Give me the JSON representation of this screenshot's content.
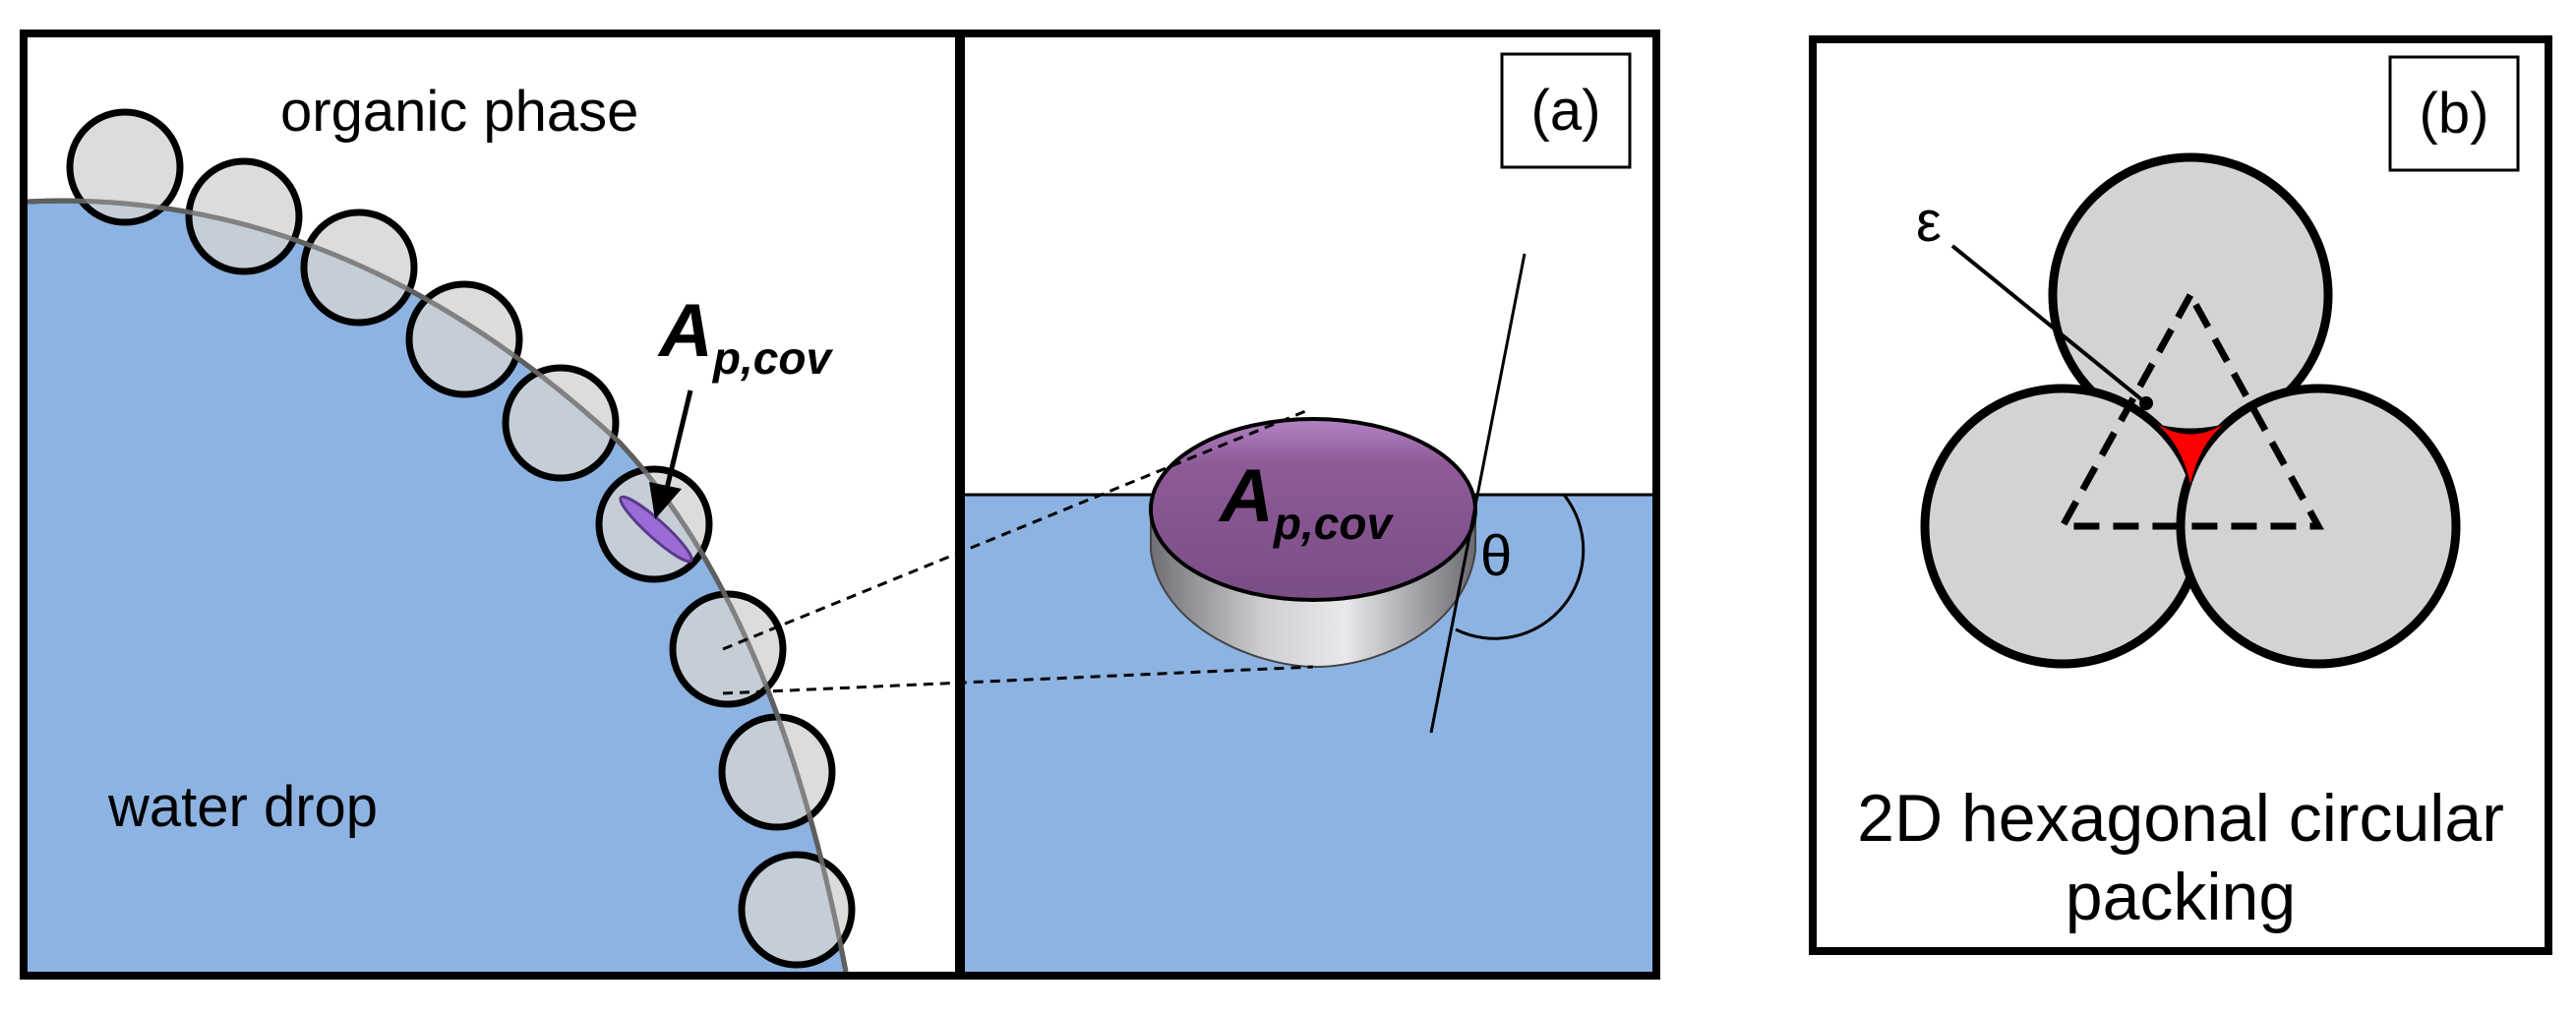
{
  "panel_a": {
    "label": "(a)",
    "organic_phase": "organic phase",
    "water_drop": "water drop",
    "coverage_symbol": "A",
    "coverage_subscript": "p,cov",
    "angle_symbol": "θ"
  },
  "panel_b": {
    "label": "(b)",
    "epsilon": "ε",
    "caption_line1": "2D hexagonal circular",
    "caption_line2": "packing"
  },
  "colors": {
    "water": "#8db3e2",
    "particle": "#d3d3d3",
    "coverage": "#8e5a98",
    "void": "#ff0000",
    "outline": "#000000"
  }
}
